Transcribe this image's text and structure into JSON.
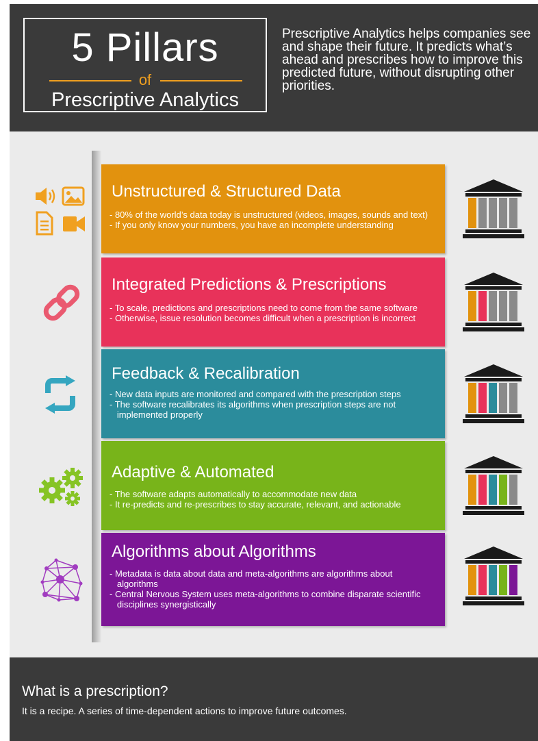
{
  "header": {
    "title_main": "5 Pillars",
    "title_of": "of",
    "title_sub": "Prescriptive Analytics",
    "intro": "Prescriptive Analytics helps companies see and shape their future. It predicts what’s ahead and prescribes how to improve this predicted future, without disrupting other priorities."
  },
  "colors": {
    "orange": "#e2920e",
    "red": "#e8325a",
    "teal": "#2b8c9c",
    "green": "#78b41a",
    "purple": "#7c1696"
  },
  "pillars": [
    {
      "title": "Unstructured & Structured Data",
      "bullets": [
        "- 80% of the world’s data today is unstructured (videos, images, sounds and text)",
        "- If you only know your numbers, you have an incomplete understanding"
      ],
      "icon": "media-icons"
    },
    {
      "title": "Integrated Predictions & Prescriptions",
      "bullets": [
        "- To scale, predictions and prescriptions need to come from the same software",
        "- Otherwise, issue resolution becomes difficult when a prescription is incorrect"
      ],
      "icon": "link-icon"
    },
    {
      "title": "Feedback & Recalibration",
      "bullets": [
        "- New data inputs are monitored and compared with the prescription steps",
        "- The software recalibrates its algorithms when prescription steps are not",
        "   implemented properly"
      ],
      "icon": "sync-icon"
    },
    {
      "title": "Adaptive & Automated",
      "bullets": [
        "- The software adapts automatically to accommodate new data",
        "- It re-predicts and re-prescribes to stay accurate, relevant, and actionable"
      ],
      "icon": "gears-icon"
    },
    {
      "title": "Algorithms about Algorithms",
      "bullets": [
        "- Metadata is data about data and meta-algorithms are algorithms about",
        "   algorithms",
        "- Central Nervous System uses meta-algorithms to combine disparate scientific",
        "   disciplines synergistically"
      ],
      "icon": "network-icon"
    }
  ],
  "footer": {
    "question": "What is a prescription?",
    "answer": "It is a recipe. A series of time-dependent actions to improve future outcomes."
  }
}
